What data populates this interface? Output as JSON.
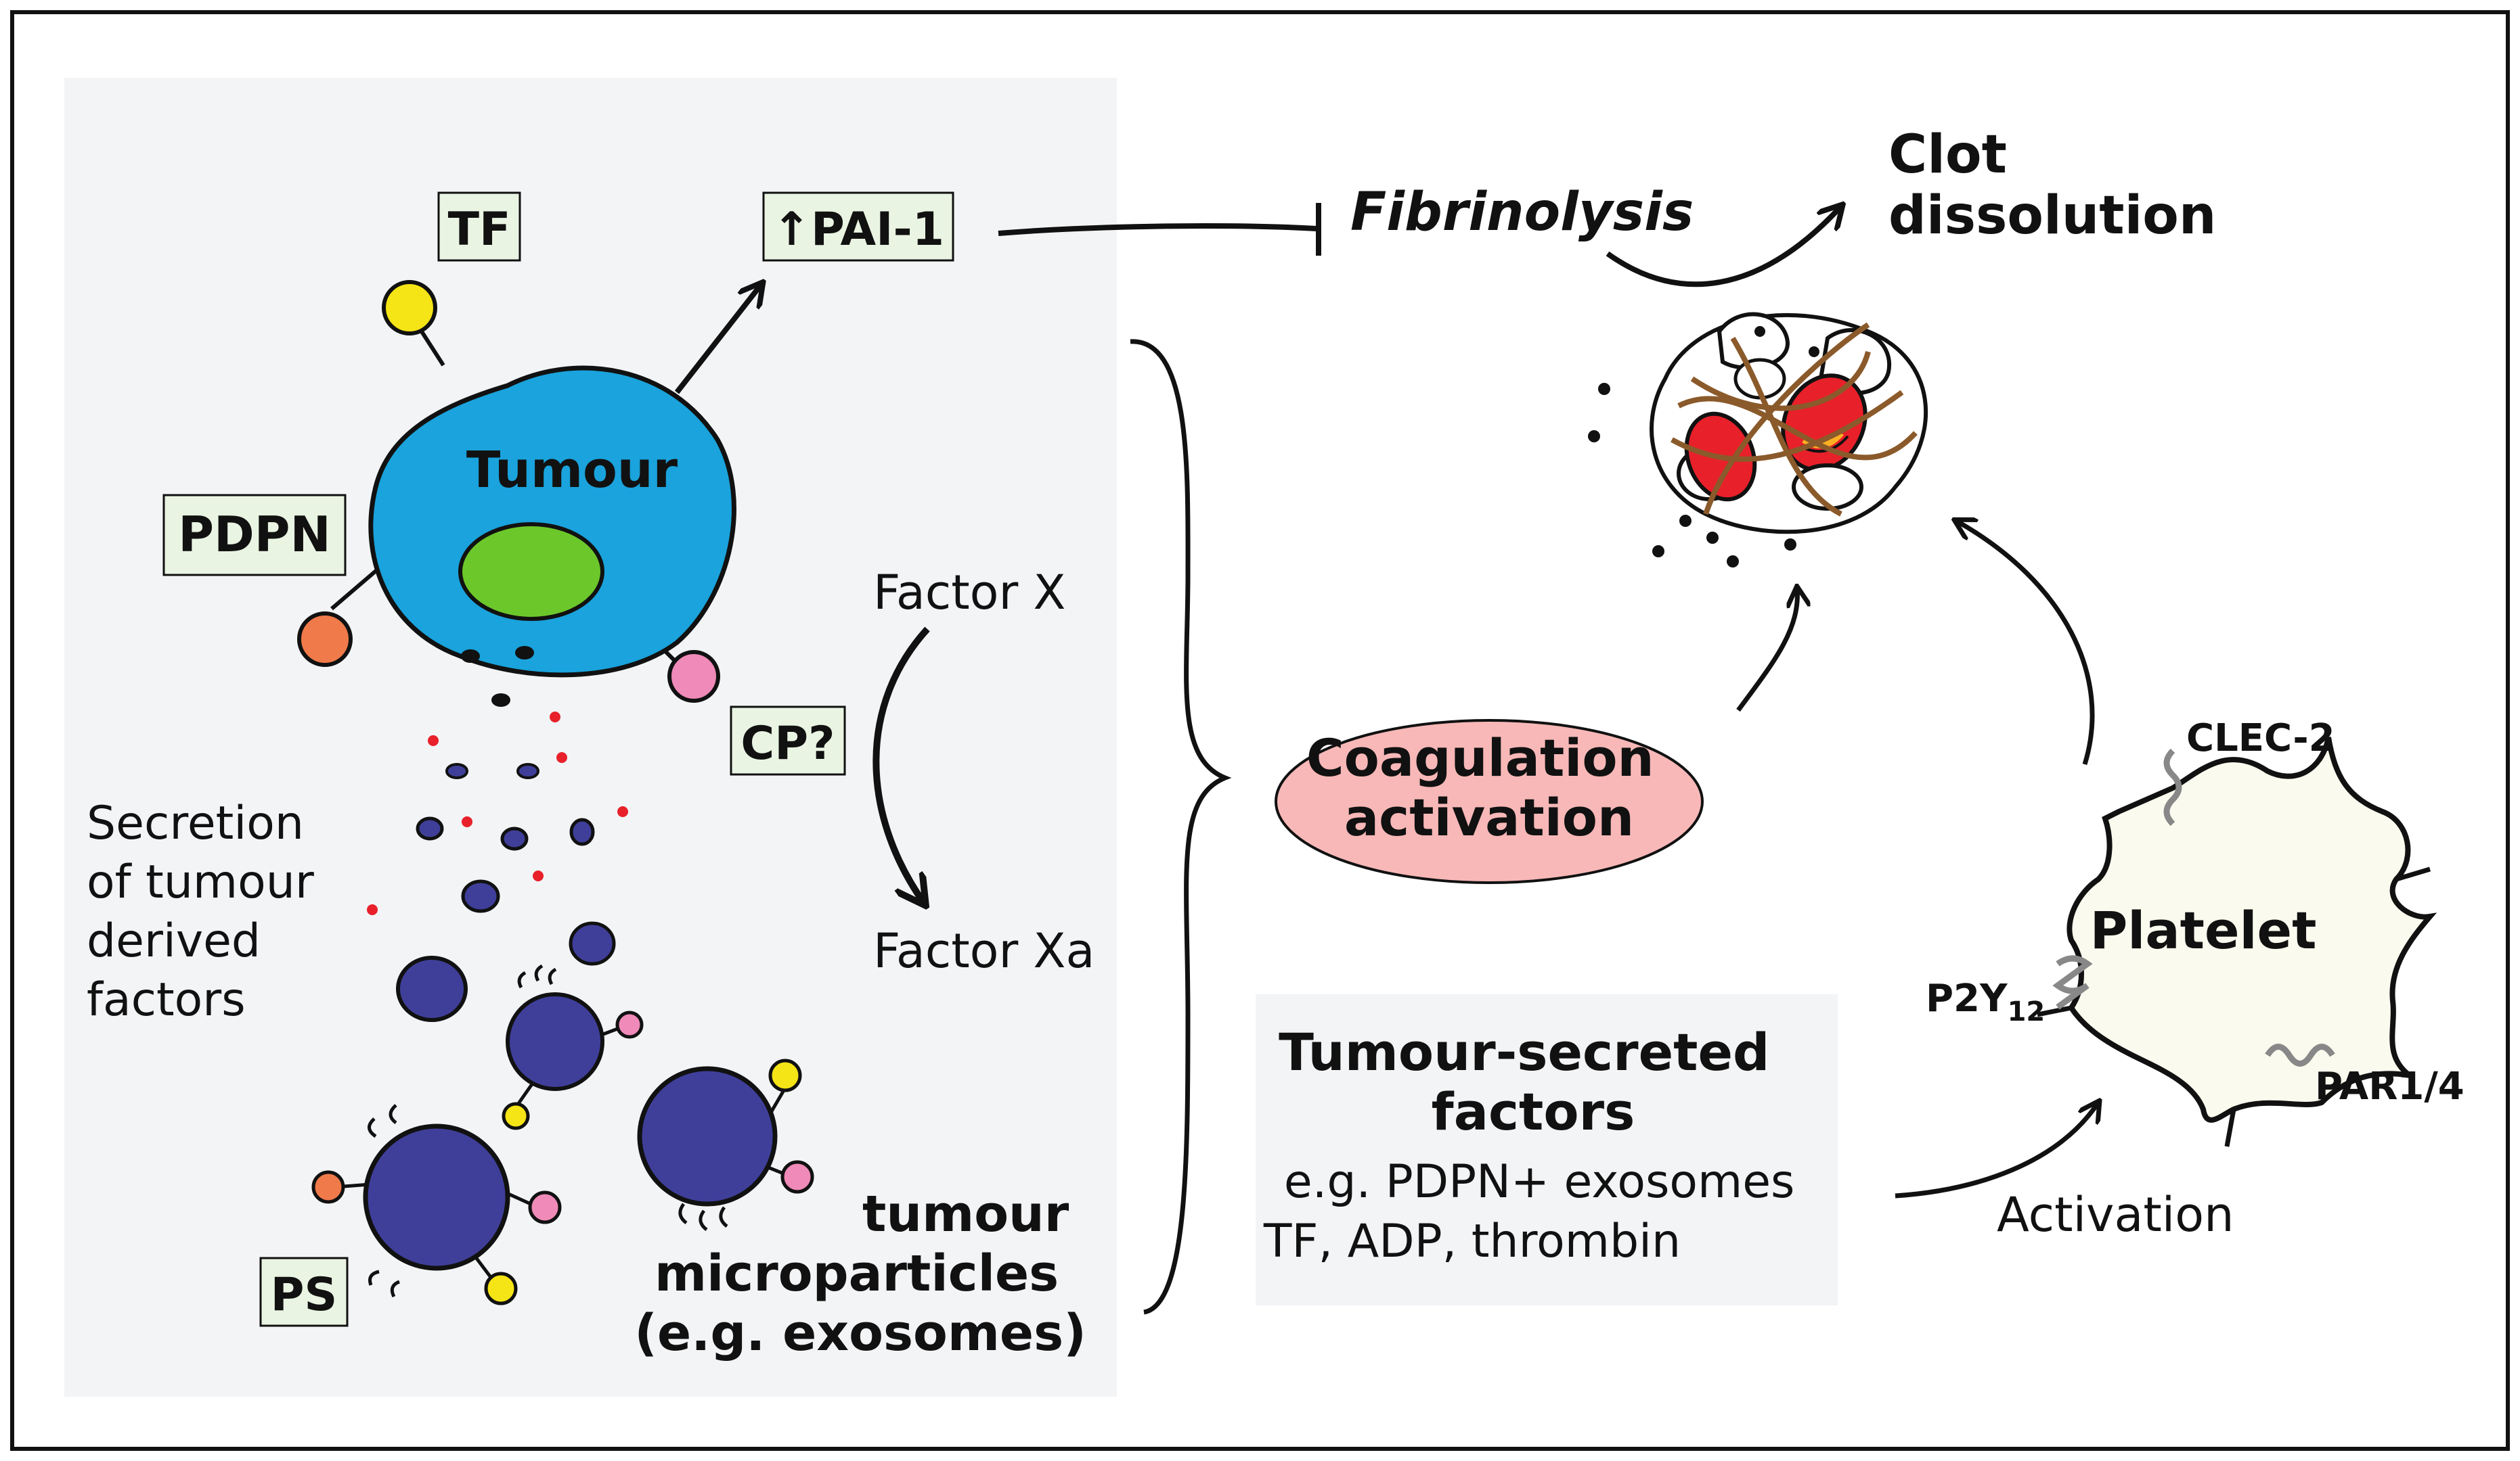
{
  "labels": {
    "tf": "TF",
    "pai1": "↑PAI-1",
    "tumour": "Tumour",
    "pdpn": "PDPN",
    "cp": "CP?",
    "ps": "PS",
    "factor_x": "Factor X",
    "factor_xa": "Factor Xa",
    "secretion": [
      "Secretion",
      "of tumour",
      "derived",
      "factors"
    ],
    "microparticles": [
      "tumour",
      "microparticles",
      "(e.g. exosomes)"
    ],
    "fibrinolysis": "Fibrinolysis",
    "clot_dissolution": [
      "Clot",
      "dissolution"
    ],
    "coagulation_activation": [
      "Coagulation",
      "activation"
    ],
    "tumour_secreted_title": [
      "Tumour-secreted",
      "factors"
    ],
    "tumour_secreted_examples": [
      "e.g. PDPN+ exosomes",
      "TF, ADP, thrombin"
    ],
    "activation": "Activation",
    "platelet": "Platelet",
    "clec2": "CLEC-2",
    "p2y12": "P2Y",
    "p2y12_sub": "12",
    "par14": "PAR1/4"
  },
  "colors": {
    "tumour_cell": "#1aa3dc",
    "nucleus": "#6cc82a",
    "label_box": "#e9f4e2",
    "left_panel": "#f2f4f6",
    "exosome": "#3f3f9a",
    "coagulation_ellipse": "#f8b8b8",
    "rbc": "#e8202a",
    "fibrin": "#8b5a2b",
    "platelet": "#fbfaee",
    "tf_yellow": "#f5e416",
    "pdpn_orange": "#f07a4a",
    "cp_pink": "#f08ab8"
  }
}
